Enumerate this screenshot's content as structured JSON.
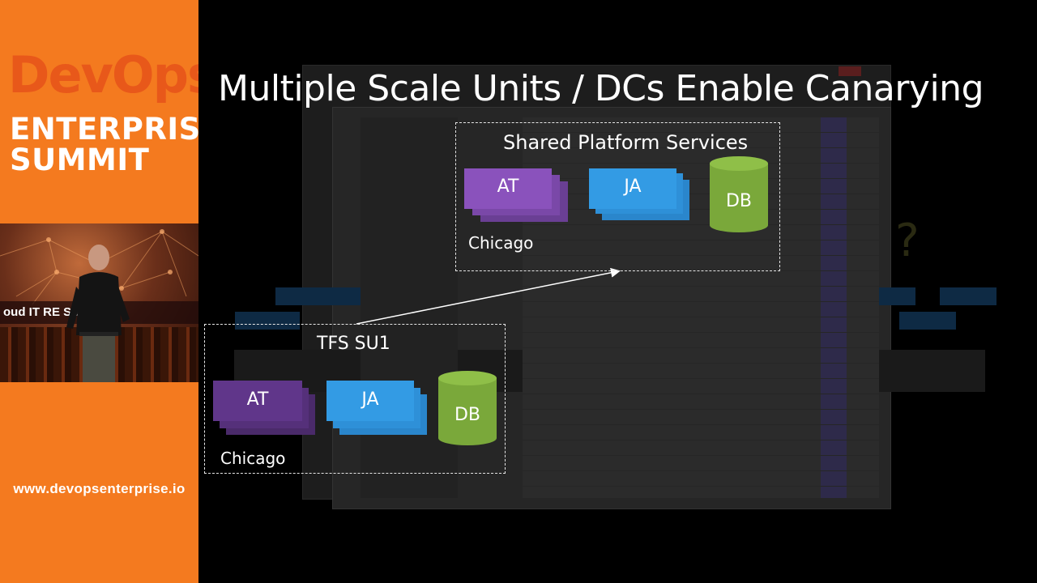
{
  "sidebar": {
    "logo_devops": "DevOps",
    "logo_enterprise": "ENTERPRISE",
    "logo_summit": "SUMMIT",
    "stage_banner": "oud   IT RE           SS",
    "url": "www.devopsenterprise.io"
  },
  "slide": {
    "title": "Multiple Scale Units / DCs Enable Canarying",
    "shared_box": {
      "title": "Shared Platform Services",
      "at_label": "AT",
      "ja_label": "JA",
      "db_label": "DB",
      "location": "Chicago"
    },
    "su1_box": {
      "title": "TFS SU1",
      "at_label": "AT",
      "ja_label": "JA",
      "db_label": "DB",
      "location": "Chicago"
    }
  },
  "colors": {
    "sidebar_orange": "#f47a1f",
    "at_purple": "#8a4fb8",
    "ja_blue": "#2f96e0",
    "db_green": "#7aa83a"
  }
}
